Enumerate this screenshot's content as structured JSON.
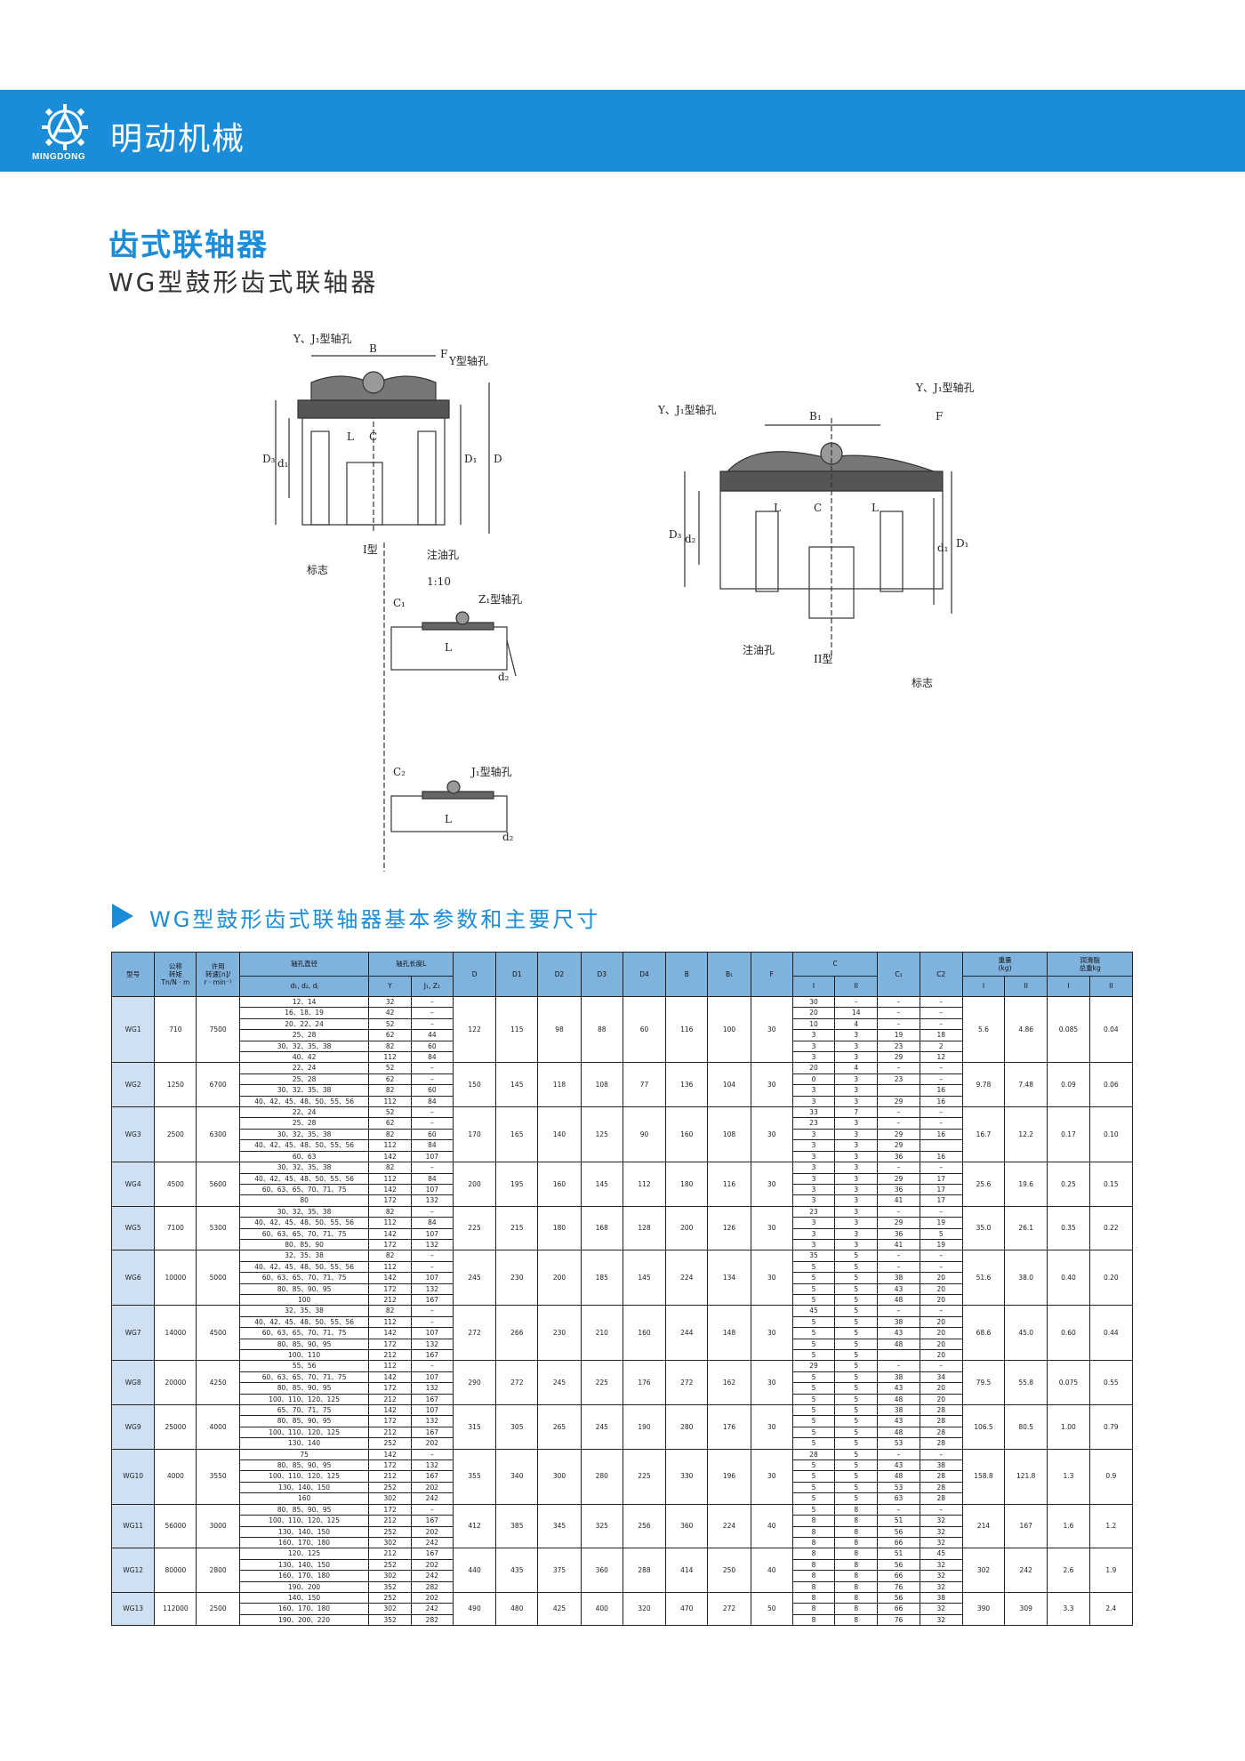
{
  "brand": {
    "name": "明动机械",
    "logo_text": "MINGDONG"
  },
  "page": {
    "title": "齿式联轴器",
    "subtitle": "WG型鼓形齿式联轴器"
  },
  "figure": {
    "labels": {
      "yj1_hole": "Y、J₁型轴孔",
      "y_hole": "Y型轴孔",
      "z1_hole": "Z₁型轴孔",
      "j1_hole": "J₁型轴孔",
      "type1": "I型",
      "type2": "II型",
      "oil_hole": "注油孔",
      "mark": "标志",
      "taper": "1:10",
      "B": "B",
      "B1": "B₁",
      "F": "F",
      "L": "L",
      "C": "C",
      "D": "D",
      "D1": "D₁",
      "D3": "D₃",
      "d1": "d₁",
      "d2": "d₂",
      "C1": "C₁",
      "C2": "C₂"
    }
  },
  "section": {
    "title": "WG型鼓形齿式联轴器基本参数和主要尺寸"
  },
  "table": {
    "headers": {
      "model": "型号",
      "torque": "公称\n转矩\nTn/N · m",
      "speed": "许用\n转速[n]/\nr · min⁻¹",
      "bore": "轴孔直径",
      "bore_sub": "d₁, d₂, dⱼ",
      "length": "轴孔长度L",
      "length_y": "Y",
      "length_jz": "J₁, Z₁",
      "D": "D",
      "D1": "D1",
      "D2": "D2",
      "D3": "D3",
      "D4": "D4",
      "B": "B",
      "B1": "B₁",
      "F": "F",
      "C": "C",
      "C_I": "I",
      "C_II": "II",
      "C1": "C₁",
      "C2": "C2",
      "weight": "重量\n(kg)",
      "w_I": "I",
      "w_II": "II",
      "grease": "润滑脂\n总重kg",
      "g_I": "I",
      "g_II": "II"
    },
    "groups": [
      {
        "model": "WG1",
        "torque": "710",
        "speed": "7500",
        "D": "122",
        "D1": "115",
        "D2": "98",
        "D3": "88",
        "D4": "60",
        "B": "116",
        "B1": "100",
        "F": "30",
        "wI": "5.6",
        "wII": "4.86",
        "gI": "0.085",
        "gII": "0.04",
        "rows": [
          [
            "12、14",
            "32",
            "–",
            "30",
            "–",
            "–",
            "–"
          ],
          [
            "16、18、19",
            "42",
            "–",
            "20",
            "14",
            "–",
            "–"
          ],
          [
            "20、22、24",
            "52",
            "–",
            "10",
            "4",
            "–",
            "–"
          ],
          [
            "25、28",
            "62",
            "44",
            "3",
            "3",
            "19",
            "18"
          ],
          [
            "30、32、35、38",
            "82",
            "60",
            "3",
            "3",
            "23",
            "2"
          ],
          [
            "40、42",
            "112",
            "84",
            "3",
            "3",
            "29",
            "12"
          ]
        ]
      },
      {
        "model": "WG2",
        "torque": "1250",
        "speed": "6700",
        "D": "150",
        "D1": "145",
        "D2": "118",
        "D3": "108",
        "D4": "77",
        "B": "136",
        "B1": "104",
        "F": "30",
        "wI": "9.78",
        "wII": "7.48",
        "gI": "0.09",
        "gII": "0.06",
        "rows": [
          [
            "22、24",
            "52",
            "–",
            "20",
            "4",
            "–",
            "–"
          ],
          [
            "25、28",
            "62",
            "–",
            "0",
            "3",
            "23",
            "–"
          ],
          [
            "30、32、35、38",
            "82",
            "60",
            "3",
            "3",
            "",
            "16"
          ],
          [
            "40、42、45、48、50、55、56",
            "112",
            "84",
            "3",
            "3",
            "29",
            "16"
          ]
        ]
      },
      {
        "model": "WG3",
        "torque": "2500",
        "speed": "6300",
        "D": "170",
        "D1": "165",
        "D2": "140",
        "D3": "125",
        "D4": "90",
        "B": "160",
        "B1": "108",
        "F": "30",
        "wI": "16.7",
        "wII": "12.2",
        "gI": "0.17",
        "gII": "0.10",
        "rows": [
          [
            "22、24",
            "52",
            "–",
            "33",
            "7",
            "–",
            "–"
          ],
          [
            "25、28",
            "62",
            "–",
            "23",
            "3",
            "–",
            "–"
          ],
          [
            "30、32、35、38",
            "82",
            "60",
            "3",
            "3",
            "29",
            "16"
          ],
          [
            "40、42、45、48、50、55、56",
            "112",
            "84",
            "3",
            "3",
            "29",
            ""
          ],
          [
            "60、63",
            "142",
            "107",
            "3",
            "3",
            "36",
            "16"
          ]
        ]
      },
      {
        "model": "WG4",
        "torque": "4500",
        "speed": "5600",
        "D": "200",
        "D1": "195",
        "D2": "160",
        "D3": "145",
        "D4": "112",
        "B": "180",
        "B1": "116",
        "F": "30",
        "wI": "25.6",
        "wII": "19.6",
        "gI": "0.25",
        "gII": "0.15",
        "rows": [
          [
            "30、32、35、38",
            "82",
            "–",
            "3",
            "3",
            "–",
            "–"
          ],
          [
            "40、42、45、48、50、55、56",
            "112",
            "84",
            "3",
            "3",
            "29",
            "17"
          ],
          [
            "60、63、65、70、71、75",
            "142",
            "107",
            "3",
            "3",
            "36",
            "17"
          ],
          [
            "80",
            "172",
            "132",
            "3",
            "3",
            "41",
            "17"
          ]
        ]
      },
      {
        "model": "WG5",
        "torque": "7100",
        "speed": "5300",
        "D": "225",
        "D1": "215",
        "D2": "180",
        "D3": "168",
        "D4": "128",
        "B": "200",
        "B1": "126",
        "F": "30",
        "wI": "35.0",
        "wII": "26.1",
        "gI": "0.35",
        "gII": "0.22",
        "rows": [
          [
            "30、32、35、38",
            "82",
            "–",
            "23",
            "3",
            "–",
            "–"
          ],
          [
            "40、42、45、48、50、55、56",
            "112",
            "84",
            "3",
            "3",
            "29",
            "19"
          ],
          [
            "60、63、65、70、71、75",
            "142",
            "107",
            "3",
            "3",
            "36",
            "5"
          ],
          [
            "80、85、90",
            "172",
            "132",
            "3",
            "3",
            "41",
            "19"
          ]
        ]
      },
      {
        "model": "WG6",
        "torque": "10000",
        "speed": "5000",
        "D": "245",
        "D1": "230",
        "D2": "200",
        "D3": "185",
        "D4": "145",
        "B": "224",
        "B1": "134",
        "F": "30",
        "wI": "51.6",
        "wII": "38.0",
        "gI": "0.40",
        "gII": "0.20",
        "rows": [
          [
            "32、35、38",
            "82",
            "–",
            "35",
            "5",
            "–",
            "–"
          ],
          [
            "40、42、45、48、50、55、56",
            "112",
            "–",
            "5",
            "5",
            "–",
            "–"
          ],
          [
            "60、63、65、70、71、75",
            "142",
            "107",
            "5",
            "5",
            "38",
            "20"
          ],
          [
            "80、85、90、95",
            "172",
            "132",
            "5",
            "5",
            "43",
            "20"
          ],
          [
            "100",
            "212",
            "167",
            "5",
            "5",
            "48",
            "20"
          ]
        ]
      },
      {
        "model": "WG7",
        "torque": "14000",
        "speed": "4500",
        "D": "272",
        "D1": "266",
        "D2": "230",
        "D3": "210",
        "D4": "160",
        "B": "244",
        "B1": "148",
        "F": "30",
        "wI": "68.6",
        "wII": "45.0",
        "gI": "0.60",
        "gII": "0.44",
        "rows": [
          [
            "32、35、38",
            "82",
            "–",
            "45",
            "5",
            "–",
            "–"
          ],
          [
            "40、42、45、48、50、55、56",
            "112",
            "–",
            "5",
            "5",
            "38",
            "20"
          ],
          [
            "60、63、65、70、71、75",
            "142",
            "107",
            "5",
            "5",
            "43",
            "20"
          ],
          [
            "80、85、90、95",
            "172",
            "132",
            "5",
            "5",
            "48",
            "20"
          ],
          [
            "100、110",
            "212",
            "167",
            "5",
            "5",
            "",
            "20"
          ]
        ]
      },
      {
        "model": "WG8",
        "torque": "20000",
        "speed": "4250",
        "D": "290",
        "D1": "272",
        "D2": "245",
        "D3": "225",
        "D4": "176",
        "B": "272",
        "B1": "162",
        "F": "30",
        "wI": "79.5",
        "wII": "55.8",
        "gI": "0.075",
        "gII": "0.55",
        "rows": [
          [
            "55、56",
            "112",
            "–",
            "29",
            "5",
            "–",
            "–"
          ],
          [
            "60、63、65、70、71、75",
            "142",
            "107",
            "5",
            "5",
            "38",
            "34"
          ],
          [
            "80、85、90、95",
            "172",
            "132",
            "5",
            "5",
            "43",
            "20"
          ],
          [
            "100、110、120、125",
            "212",
            "167",
            "5",
            "5",
            "48",
            "20"
          ]
        ]
      },
      {
        "model": "WG9",
        "torque": "25000",
        "speed": "4000",
        "D": "315",
        "D1": "305",
        "D2": "265",
        "D3": "245",
        "D4": "190",
        "B": "280",
        "B1": "176",
        "F": "30",
        "wI": "106.5",
        "wII": "80.5",
        "gI": "1.00",
        "gII": "0.79",
        "rows": [
          [
            "65、70、71、75",
            "142",
            "107",
            "5",
            "5",
            "38",
            "28"
          ],
          [
            "80、85、90、95",
            "172",
            "132",
            "5",
            "5",
            "43",
            "28"
          ],
          [
            "100、110、120、125",
            "212",
            "167",
            "5",
            "5",
            "48",
            "28"
          ],
          [
            "130、140",
            "252",
            "202",
            "5",
            "5",
            "53",
            "28"
          ]
        ]
      },
      {
        "model": "WG10",
        "torque": "4000",
        "speed": "3550",
        "D": "355",
        "D1": "340",
        "D2": "300",
        "D3": "280",
        "D4": "225",
        "B": "330",
        "B1": "196",
        "F": "30",
        "wI": "158.8",
        "wII": "121.8",
        "gI": "1.3",
        "gII": "0.9",
        "rows": [
          [
            "75",
            "142",
            "–",
            "28",
            "5",
            "–",
            "–"
          ],
          [
            "80、85、90、95",
            "172",
            "132",
            "5",
            "5",
            "43",
            "38"
          ],
          [
            "100、110、120、125",
            "212",
            "167",
            "5",
            "5",
            "48",
            "28"
          ],
          [
            "130、140、150",
            "252",
            "202",
            "5",
            "5",
            "53",
            "28"
          ],
          [
            "160",
            "302",
            "242",
            "5",
            "5",
            "63",
            "28"
          ]
        ]
      },
      {
        "model": "WG11",
        "torque": "56000",
        "speed": "3000",
        "D": "412",
        "D1": "385",
        "D2": "345",
        "D3": "325",
        "D4": "256",
        "B": "360",
        "B1": "224",
        "F": "40",
        "wI": "214",
        "wII": "167",
        "gI": "1.6",
        "gII": "1.2",
        "rows": [
          [
            "80、85、90、95",
            "172",
            "–",
            "5",
            "8",
            "–",
            "–"
          ],
          [
            "100、110、120、125",
            "212",
            "167",
            "8",
            "8",
            "51",
            "32"
          ],
          [
            "130、140、150",
            "252",
            "202",
            "8",
            "8",
            "56",
            "32"
          ],
          [
            "160、170、180",
            "302",
            "242",
            "8",
            "8",
            "66",
            "32"
          ]
        ]
      },
      {
        "model": "WG12",
        "torque": "80000",
        "speed": "2800",
        "D": "440",
        "D1": "435",
        "D2": "375",
        "D3": "360",
        "D4": "288",
        "B": "414",
        "B1": "250",
        "F": "40",
        "wI": "302",
        "wII": "242",
        "gI": "2.6",
        "gII": "1.9",
        "rows": [
          [
            "120、125",
            "212",
            "167",
            "8",
            "8",
            "51",
            "45"
          ],
          [
            "130、140、150",
            "252",
            "202",
            "8",
            "8",
            "56",
            "32"
          ],
          [
            "160、170、180",
            "302",
            "242",
            "8",
            "8",
            "66",
            "32"
          ],
          [
            "190、200",
            "352",
            "282",
            "8",
            "8",
            "76",
            "32"
          ]
        ]
      },
      {
        "model": "WG13",
        "torque": "112000",
        "speed": "2500",
        "D": "490",
        "D1": "480",
        "D2": "425",
        "D3": "400",
        "D4": "320",
        "B": "470",
        "B1": "272",
        "F": "50",
        "wI": "390",
        "wII": "309",
        "gI": "3.3",
        "gII": "2.4",
        "rows": [
          [
            "140、150",
            "252",
            "202",
            "8",
            "8",
            "56",
            "38"
          ],
          [
            "160、170、180",
            "302",
            "242",
            "8",
            "8",
            "66",
            "32"
          ],
          [
            "190、200、220",
            "352",
            "282",
            "8",
            "8",
            "76",
            "32"
          ]
        ]
      }
    ]
  }
}
